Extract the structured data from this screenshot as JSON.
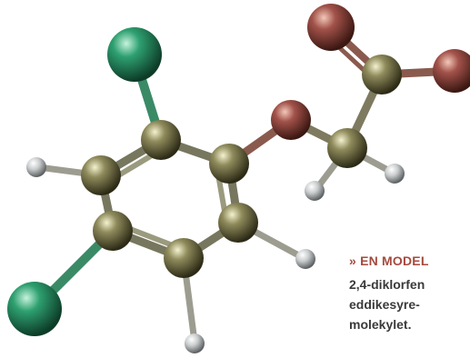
{
  "caption": {
    "heading": "» EN MODEL",
    "lines": [
      "2,4-diklorfen",
      "eddikesyre-",
      "molekylet."
    ]
  },
  "molecule": {
    "name": "2,4-diklorfenoxieddikesyre",
    "atom_colors": {
      "carbon": "#6e6b44",
      "chlorine": "#2ea070",
      "oxygen": "#a2524a",
      "hydrogen": "#c9cccd"
    },
    "bond_color": "#8f8f78"
  }
}
